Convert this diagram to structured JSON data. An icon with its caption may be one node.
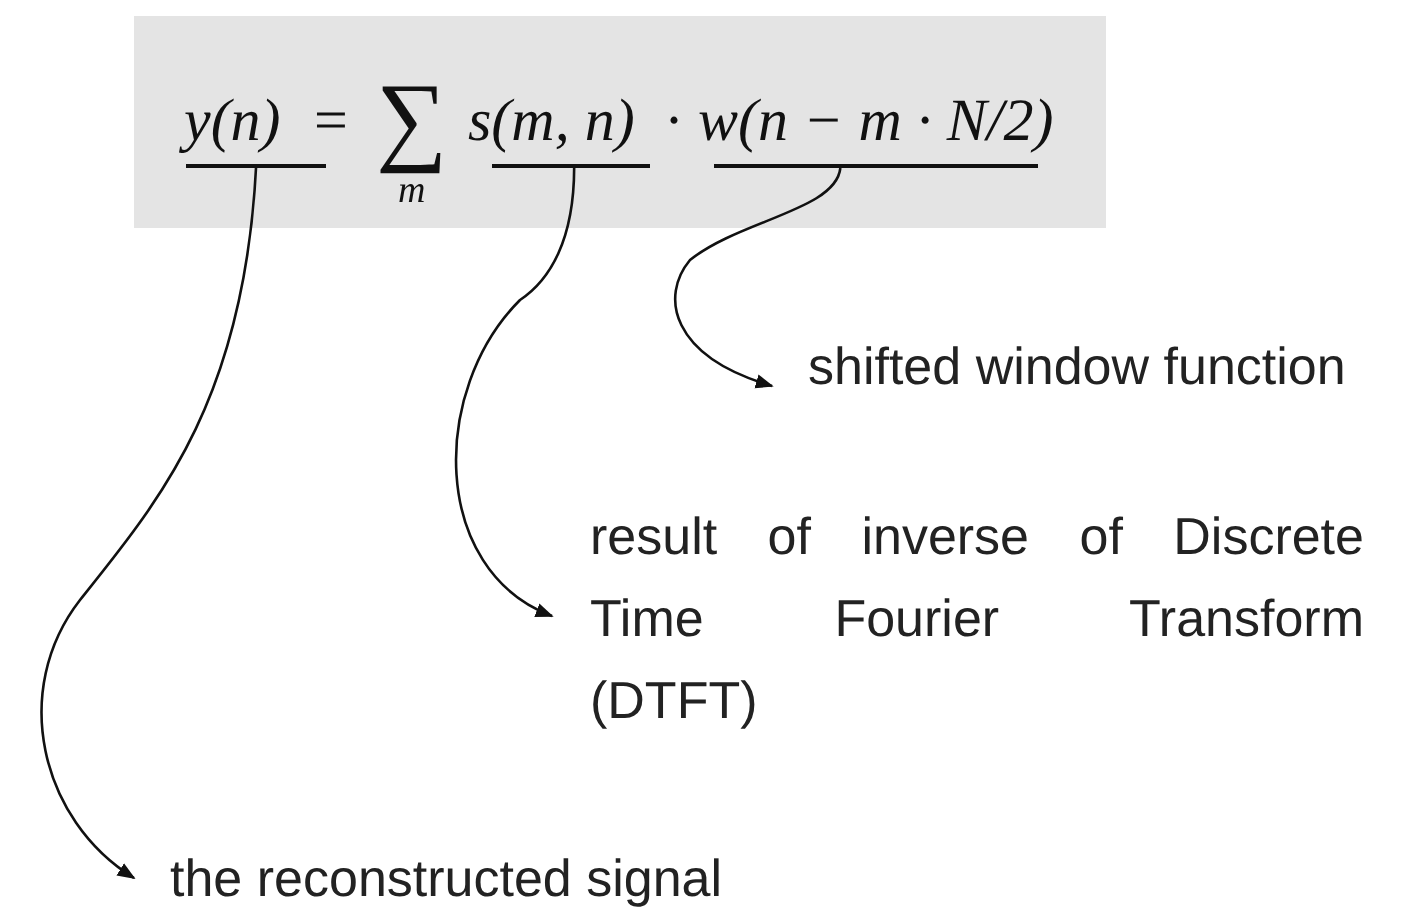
{
  "diagram": {
    "nodes": [
      {
        "text": [
          "y(n)",
          "=",
          "∑",
          "m",
          "s(m, n)",
          "·",
          "w(n − m · N/2)"
        ]
      },
      {
        "text": [],
        "shape": "bar",
        "in": 0
      },
      {
        "text": [],
        "shape": "bar",
        "in": 0
      },
      {
        "text": [],
        "shape": "bar",
        "in": 0
      },
      {
        "text": [
          "shifted window function"
        ]
      },
      {
        "text": [
          "result of inverse of Discrete Time Fourier Transform (DTFT)"
        ]
      },
      {
        "text": [
          "the reconstructed signal"
        ]
      }
    ],
    "edges": [
      {
        "from": 1,
        "to": 6,
        "arrow": "to"
      },
      {
        "from": 2,
        "to": 5,
        "arrow": "to"
      },
      {
        "from": 3,
        "to": 4,
        "arrow": "to"
      }
    ]
  }
}
